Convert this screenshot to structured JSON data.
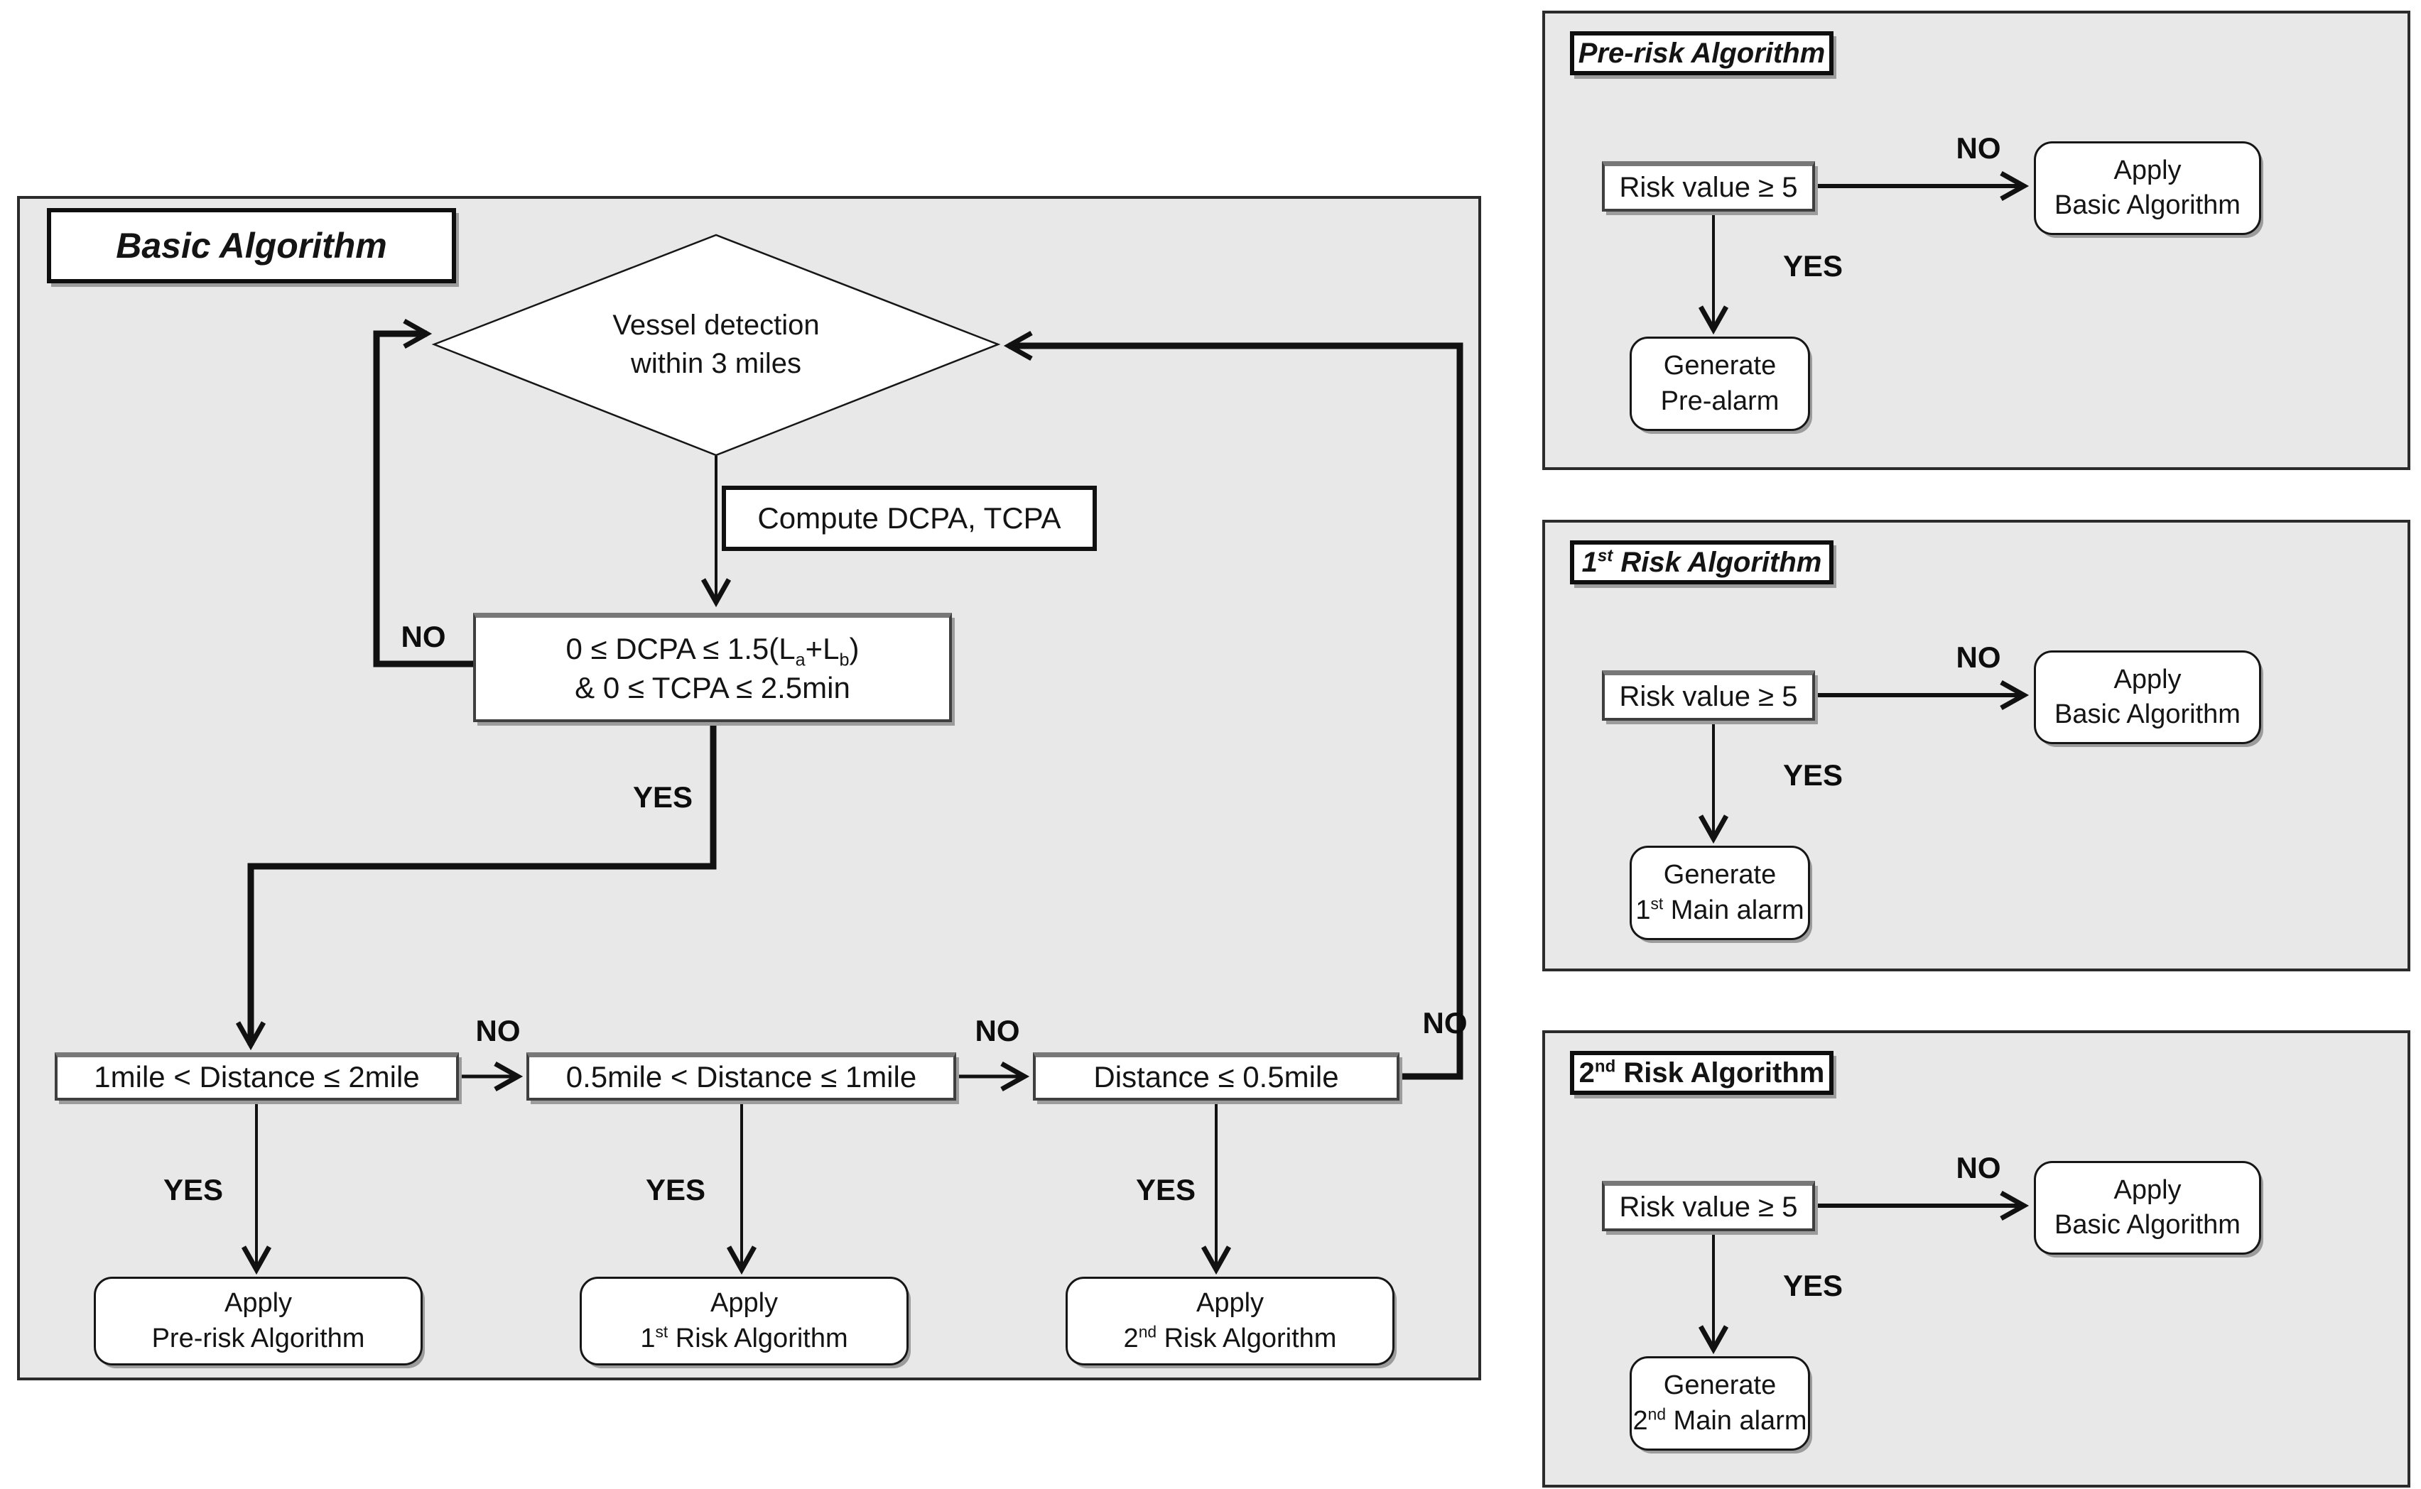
{
  "labels": {
    "yes": "YES",
    "no": "NO"
  },
  "basic": {
    "title": "Basic Algorithm",
    "diamond": {
      "line1": "Vessel detection",
      "line2": "within 3 miles"
    },
    "compute": "Compute DCPA, TCPA",
    "condition": {
      "l1_pre": "0 ≤ DCPA ≤ 1.5(L",
      "l1_sub1": "a",
      "l1_mid": "+L",
      "l1_sub2": "b",
      "l1_post": ")",
      "l2": "& 0 ≤ TCPA ≤ 2.5min"
    },
    "dist1": "1mile < Distance ≤ 2mile",
    "dist2": "0.5mile < Distance ≤ 1mile",
    "dist3": "Distance ≤ 0.5mile",
    "apply1": {
      "l1": "Apply",
      "l2": "Pre-risk Algorithm"
    },
    "apply2": {
      "l1": "Apply",
      "num": "1",
      "sup": "st",
      "rest": " Risk Algorithm"
    },
    "apply3": {
      "l1": "Apply",
      "num": "2",
      "sup": "nd",
      "rest": " Risk Algorithm"
    }
  },
  "panels": [
    {
      "num": "",
      "sup": "",
      "title": "Pre-risk Algorithm",
      "risk": "Risk value ≥ 5",
      "apply_l1": "Apply",
      "apply_l2": "Basic Algorithm",
      "gen_l1": "Generate",
      "gen_num": "",
      "gen_sup": "",
      "gen_rest": "Pre-alarm"
    },
    {
      "num": "1",
      "sup": "st",
      "title": " Risk Algorithm",
      "risk": "Risk value ≥ 5",
      "apply_l1": "Apply",
      "apply_l2": "Basic Algorithm",
      "gen_l1": "Generate",
      "gen_num": "1",
      "gen_sup": "st",
      "gen_rest": " Main alarm"
    },
    {
      "num": "2",
      "sup": "nd",
      "title": " Risk Algorithm",
      "risk": "Risk value ≥ 5",
      "apply_l1": "Apply",
      "apply_l2": "Basic Algorithm",
      "gen_l1": "Generate",
      "gen_num": "2",
      "gen_sup": "nd",
      "gen_rest": " Main alarm"
    }
  ],
  "colors": {
    "panel_bg": "#e8e8e8",
    "line": "#111111",
    "box_bg": "#ffffff"
  }
}
